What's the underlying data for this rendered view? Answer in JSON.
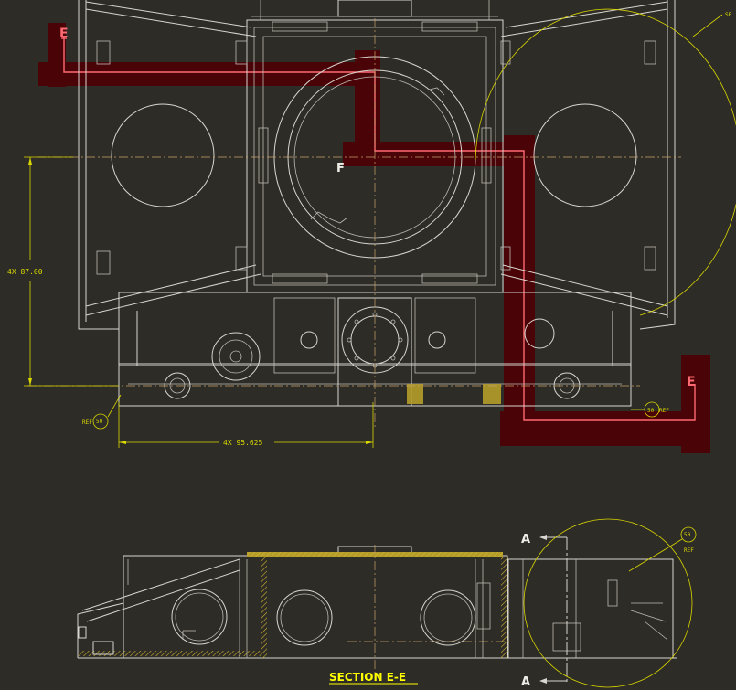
{
  "drawing": {
    "dimensions": {
      "vertical": "4X 87.00",
      "horizontal": "4X 95.625"
    },
    "ref_bubbles": {
      "left": {
        "value": "50",
        "label": "REF"
      },
      "right": {
        "value": "50",
        "label": "REF"
      },
      "section": {
        "value": "50",
        "label": "REF"
      },
      "top_right_label": "SE"
    },
    "cutting_plane": {
      "letter_left": "E",
      "letter_right": "E",
      "letter_mid": "F"
    },
    "section_marks": {
      "top": "A",
      "bottom": "A"
    },
    "section_title": "SECTION E-E",
    "colors": {
      "background": "#2e2c27",
      "geometry": "#d8d6cf",
      "dimension": "#d9d900",
      "cutting_plane": "#ff6a73",
      "cutting_band": "#4a0306"
    }
  }
}
